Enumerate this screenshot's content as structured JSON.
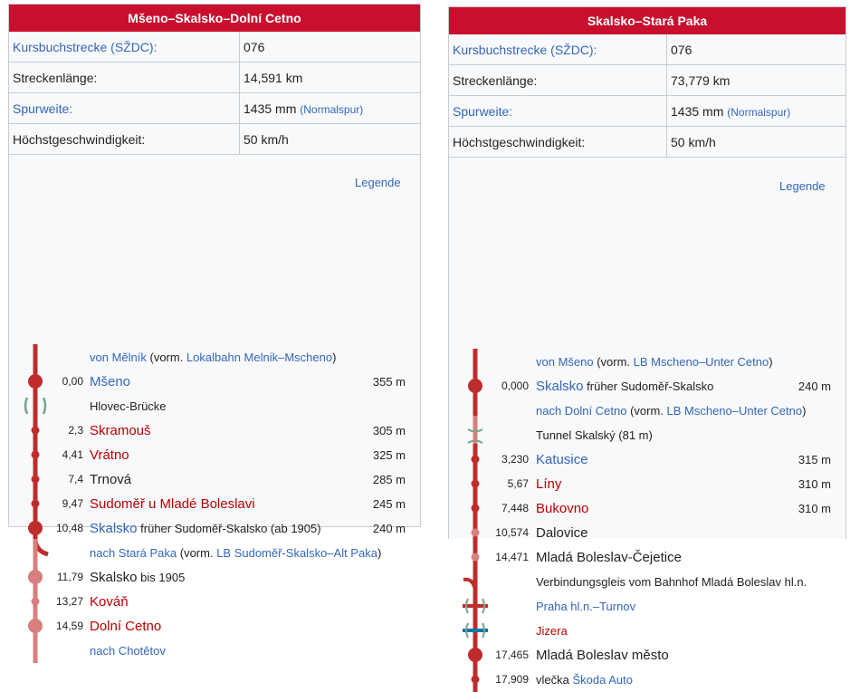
{
  "left": {
    "title": "Mšeno–Skalsko–Dolní Cetno",
    "rows": [
      {
        "label": "Kursbuchstrecke (SŽDC):",
        "value": "076",
        "note": ""
      },
      {
        "label": "Streckenlänge:",
        "value": "14,591 km",
        "note": ""
      },
      {
        "label": "Spurweite:",
        "value": "1435 mm",
        "note": "(Normalspur)"
      },
      {
        "label": "Höchstgeschwindigkeit:",
        "value": "50 km/h",
        "note": ""
      }
    ],
    "legend": "Legende",
    "stations": [
      {
        "km": "",
        "parts": [
          {
            "t": "von Mělník",
            "c": "lnk"
          },
          {
            "t": " (vorm. ",
            "c": ""
          },
          {
            "t": "Lokalbahn Melnik–Mscheno",
            "c": "lnk"
          },
          {
            "t": ")",
            "c": ""
          }
        ],
        "alt": ""
      },
      {
        "km": "0,00",
        "parts": [
          {
            "t": "Mšeno",
            "c": "lnk big"
          }
        ],
        "alt": "355 m"
      },
      {
        "km": "",
        "parts": [
          {
            "t": "Hlovec-Brücke",
            "c": ""
          }
        ],
        "alt": ""
      },
      {
        "km": "2,3",
        "parts": [
          {
            "t": "Skramouš",
            "c": "red big"
          }
        ],
        "alt": "305 m"
      },
      {
        "km": "4,41",
        "parts": [
          {
            "t": "Vrátno",
            "c": "red big"
          }
        ],
        "alt": "325 m"
      },
      {
        "km": "7,4",
        "parts": [
          {
            "t": "Trnová",
            "c": "big"
          }
        ],
        "alt": "285 m"
      },
      {
        "km": "9,47",
        "parts": [
          {
            "t": "Sudoměř u Mladé Boleslavi",
            "c": "red big"
          }
        ],
        "alt": "245 m"
      },
      {
        "km": "10,48",
        "parts": [
          {
            "t": "Skalsko",
            "c": "lnk big"
          },
          {
            "t": " früher Sudoměř-Skalsko (ab 1905)",
            "c": ""
          }
        ],
        "alt": "240 m"
      },
      {
        "km": "",
        "parts": [
          {
            "t": "nach Stará Paka",
            "c": "lnk"
          },
          {
            "t": " (vorm. ",
            "c": ""
          },
          {
            "t": "LB Sudoměř-Skalsko–Alt Paka",
            "c": "lnk"
          },
          {
            "t": ")",
            "c": ""
          }
        ],
        "alt": ""
      },
      {
        "km": "11,79",
        "parts": [
          {
            "t": "Skalsko",
            "c": "big"
          },
          {
            "t": " bis 1905",
            "c": ""
          }
        ],
        "alt": ""
      },
      {
        "km": "13,27",
        "parts": [
          {
            "t": "Kováň",
            "c": "red big"
          }
        ],
        "alt": ""
      },
      {
        "km": "14,59",
        "parts": [
          {
            "t": "Dolní Cetno",
            "c": "red big"
          }
        ],
        "alt": ""
      },
      {
        "km": "",
        "parts": [
          {
            "t": "nach Chotětov",
            "c": "lnk"
          }
        ],
        "alt": ""
      }
    ]
  },
  "right": {
    "title": "Skalsko–Stará Paka",
    "rows": [
      {
        "label": "Kursbuchstrecke (SŽDC):",
        "value": "076",
        "note": ""
      },
      {
        "label": "Streckenlänge:",
        "value": "73,779 km",
        "note": ""
      },
      {
        "label": "Spurweite:",
        "value": "1435 mm",
        "note": "(Normalspur)"
      },
      {
        "label": "Höchstgeschwindigkeit:",
        "value": "50 km/h",
        "note": ""
      }
    ],
    "legend": "Legende",
    "stations": [
      {
        "km": "",
        "parts": [
          {
            "t": "von Mšeno",
            "c": "lnk"
          },
          {
            "t": " (vorm. ",
            "c": ""
          },
          {
            "t": "LB Mscheno–Unter Cetno",
            "c": "lnk"
          },
          {
            "t": ")",
            "c": ""
          }
        ],
        "alt": ""
      },
      {
        "km": "0,000",
        "parts": [
          {
            "t": "Skalsko",
            "c": "lnk big"
          },
          {
            "t": " früher Sudoměř-Skalsko",
            "c": ""
          }
        ],
        "alt": "240 m"
      },
      {
        "km": "",
        "parts": [
          {
            "t": "nach Dolní Cetno",
            "c": "lnk"
          },
          {
            "t": " (vorm. ",
            "c": ""
          },
          {
            "t": "LB Mscheno–Unter Cetno",
            "c": "lnk"
          },
          {
            "t": ")",
            "c": ""
          }
        ],
        "alt": ""
      },
      {
        "km": "",
        "parts": [
          {
            "t": "Tunnel Skalský (81 m)",
            "c": ""
          }
        ],
        "alt": ""
      },
      {
        "km": "3,230",
        "parts": [
          {
            "t": "Katusice",
            "c": "lnk big"
          }
        ],
        "alt": "315 m"
      },
      {
        "km": "5,67",
        "parts": [
          {
            "t": "Líny",
            "c": "red big"
          }
        ],
        "alt": "310 m"
      },
      {
        "km": "7,448",
        "parts": [
          {
            "t": "Bukovno",
            "c": "red big"
          }
        ],
        "alt": "310 m"
      },
      {
        "km": "10,574",
        "parts": [
          {
            "t": "Dalovice",
            "c": "big"
          }
        ],
        "alt": ""
      },
      {
        "km": "14,471",
        "parts": [
          {
            "t": "Mladá Boleslav-Čejetice",
            "c": "big"
          }
        ],
        "alt": ""
      },
      {
        "km": "",
        "parts": [
          {
            "t": "Verbindungsgleis vom Bahnhof Mladá Boleslav hl.n.",
            "c": ""
          }
        ],
        "alt": ""
      },
      {
        "km": "",
        "parts": [
          {
            "t": "Praha hl.n.–Turnov",
            "c": "lnk"
          }
        ],
        "alt": ""
      },
      {
        "km": "",
        "parts": [
          {
            "t": "Jizera",
            "c": "red"
          }
        ],
        "alt": ""
      },
      {
        "km": "17,465",
        "parts": [
          {
            "t": "Mladá Boleslav město",
            "c": "big"
          }
        ],
        "alt": ""
      },
      {
        "km": "17,909",
        "parts": [
          {
            "t": "vlečka ",
            "c": ""
          },
          {
            "t": "Škoda Auto",
            "c": "lnk"
          }
        ],
        "alt": ""
      }
    ]
  },
  "colors": {
    "track": "#be2d2c",
    "track_faded": "#d77f7e",
    "bridge": "#7aa58c",
    "water": "#0a75a9",
    "header": "#c8102e",
    "link": "#3366bb",
    "redlink": "#ba0000"
  }
}
